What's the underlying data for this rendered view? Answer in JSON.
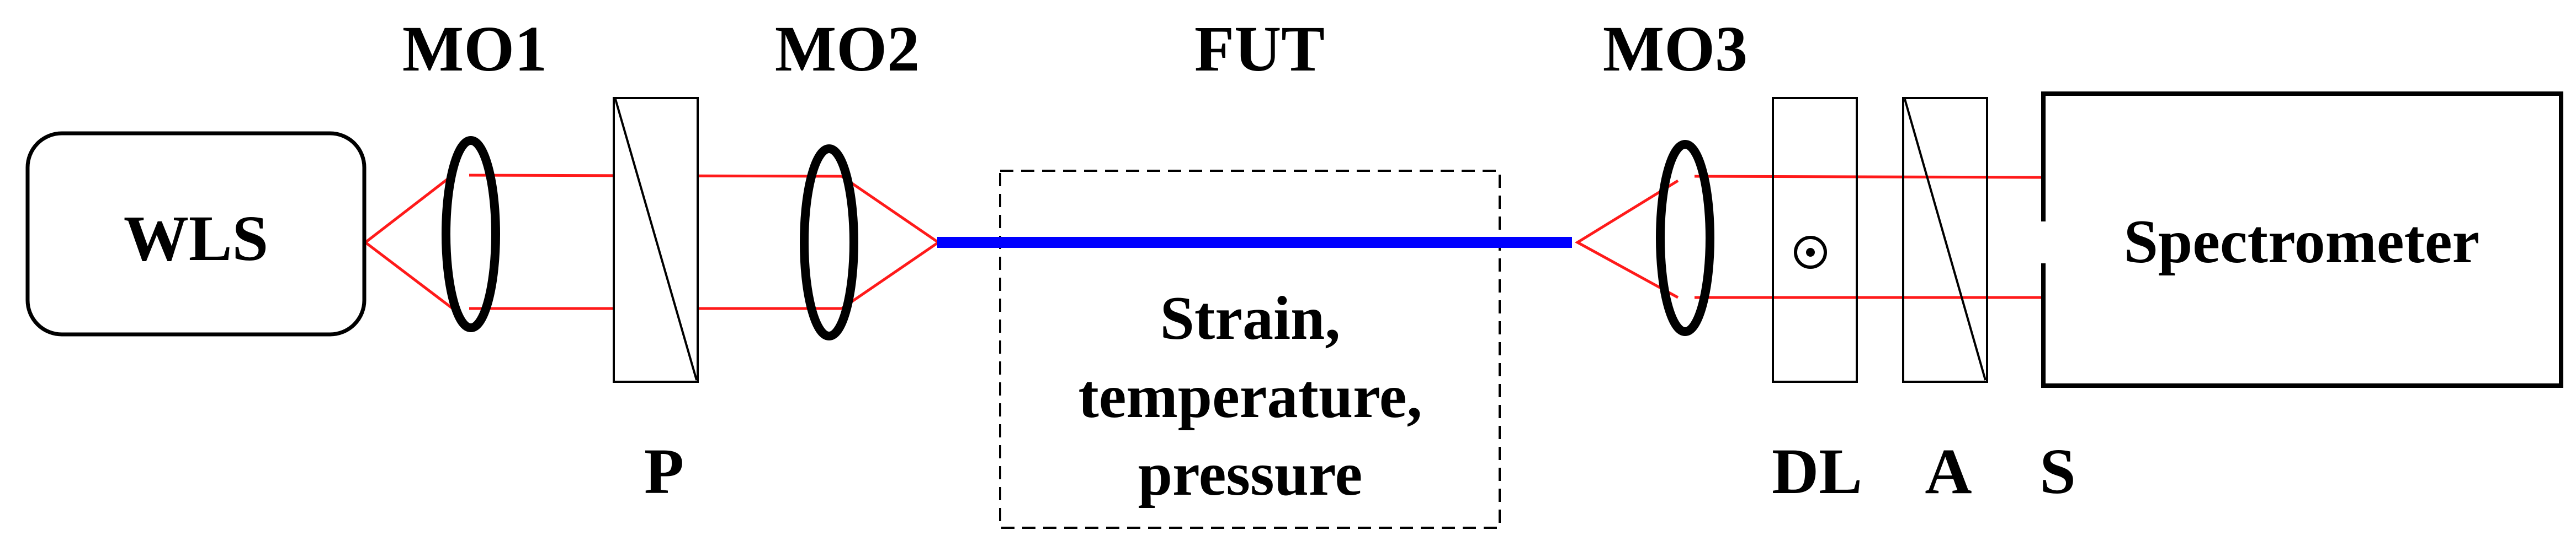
{
  "labels": {
    "mo1": "MO1",
    "mo2": "MO2",
    "fut": "FUT",
    "mo3": "MO3",
    "wls": "WLS",
    "spectrometer": "Spectrometer",
    "p": "P",
    "dl": "DL",
    "a": "A",
    "s": "S",
    "fut_conditions": [
      "Strain,",
      "temperature,",
      "pressure"
    ]
  },
  "colors": {
    "beam": "#ff1a1a",
    "fiber": "#0000ff",
    "ink": "#000000"
  },
  "icons": {
    "dl_axis": "out-of-plane-dot-icon"
  }
}
